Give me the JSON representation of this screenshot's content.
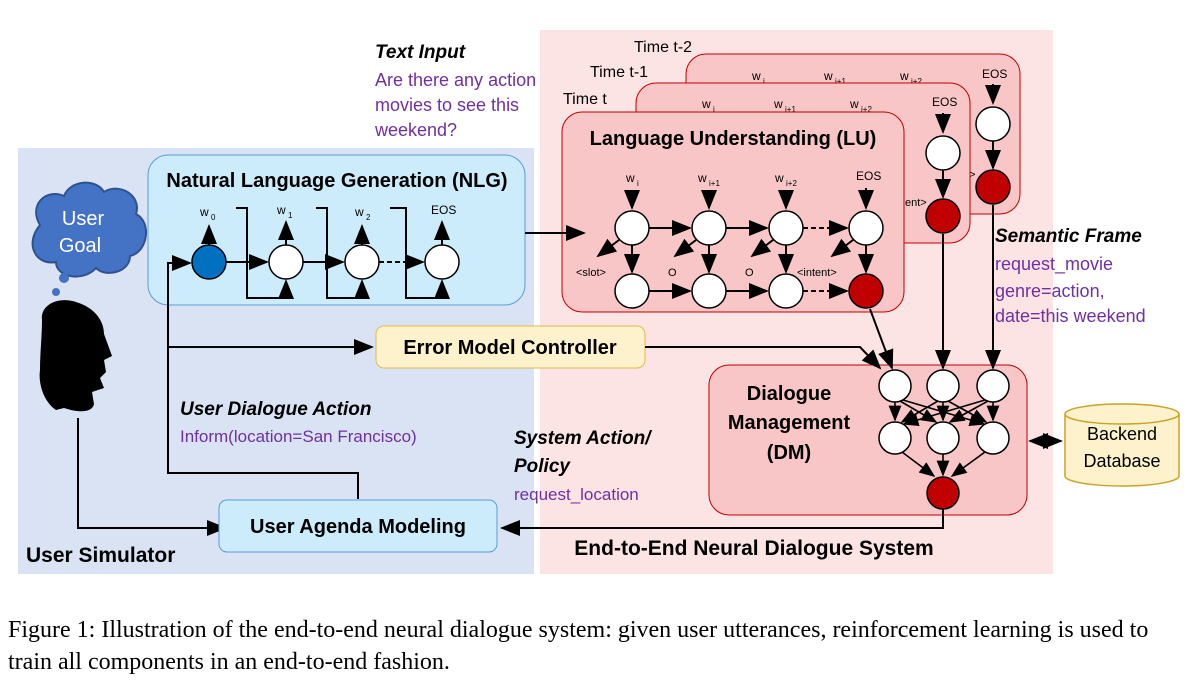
{
  "diagram": {
    "text_input": {
      "heading": "Text Input",
      "lines": [
        "Are there any action",
        "movies to see this",
        "weekend?"
      ]
    },
    "time_labels": {
      "t2": "Time t-2",
      "t1": "Time t-1",
      "t0": "Time t"
    },
    "lu": {
      "title": "Language Understanding (LU)",
      "inputs": [
        "w",
        "w",
        "w",
        "EOS"
      ],
      "input_subs": [
        "i",
        "i+1",
        "i+2",
        ""
      ],
      "outputs": [
        "<slot>",
        "O",
        "O",
        "<intent>"
      ],
      "back_inputs": [
        "w",
        "w",
        "w",
        "EOS"
      ],
      "back_input_subs": [
        "i",
        "i+1",
        "i+2",
        ""
      ],
      "back_partial_intent": "ent>",
      "back_partial_intent2": "t>"
    },
    "nlg": {
      "title": "Natural Language Generation (NLG)",
      "outputs": [
        "w",
        "w",
        "w",
        "EOS"
      ],
      "output_subs": [
        "0",
        "1",
        "2",
        ""
      ]
    },
    "user_goal": [
      "User",
      "Goal"
    ],
    "semantic_frame": {
      "heading": "Semantic Frame",
      "lines": [
        "request_movie",
        "genre=action,",
        "date=this weekend"
      ]
    },
    "error_model": "Error Model Controller",
    "dm": {
      "title_lines": [
        "Dialogue",
        "Management",
        "(DM)"
      ]
    },
    "backend": [
      "Backend",
      "Database"
    ],
    "user_dialogue_action": {
      "heading": "User Dialogue Action",
      "value": "Inform(location=San Francisco)"
    },
    "system_action": {
      "heading_lines": [
        "System Action/",
        "Policy"
      ],
      "value": "request_location"
    },
    "user_agenda": "User Agenda Modeling",
    "user_simulator": "User Simulator",
    "system_label": "End-to-End Neural Dialogue System"
  },
  "caption": "Figure 1: Illustration of the end-to-end neural dialogue system: given user utterances, reinforcement learning is used to train all components in an end-to-end fashion.",
  "colors": {
    "user_bg": "#dae3f3",
    "system_bg": "#fde4e4",
    "red_box": "#f8c6c6",
    "blue_box": "#ccecfb",
    "error_box": "#fef2cc",
    "red_node": "#c00000",
    "blue_node": "#0070c0",
    "purple_text": "#7030a0"
  }
}
